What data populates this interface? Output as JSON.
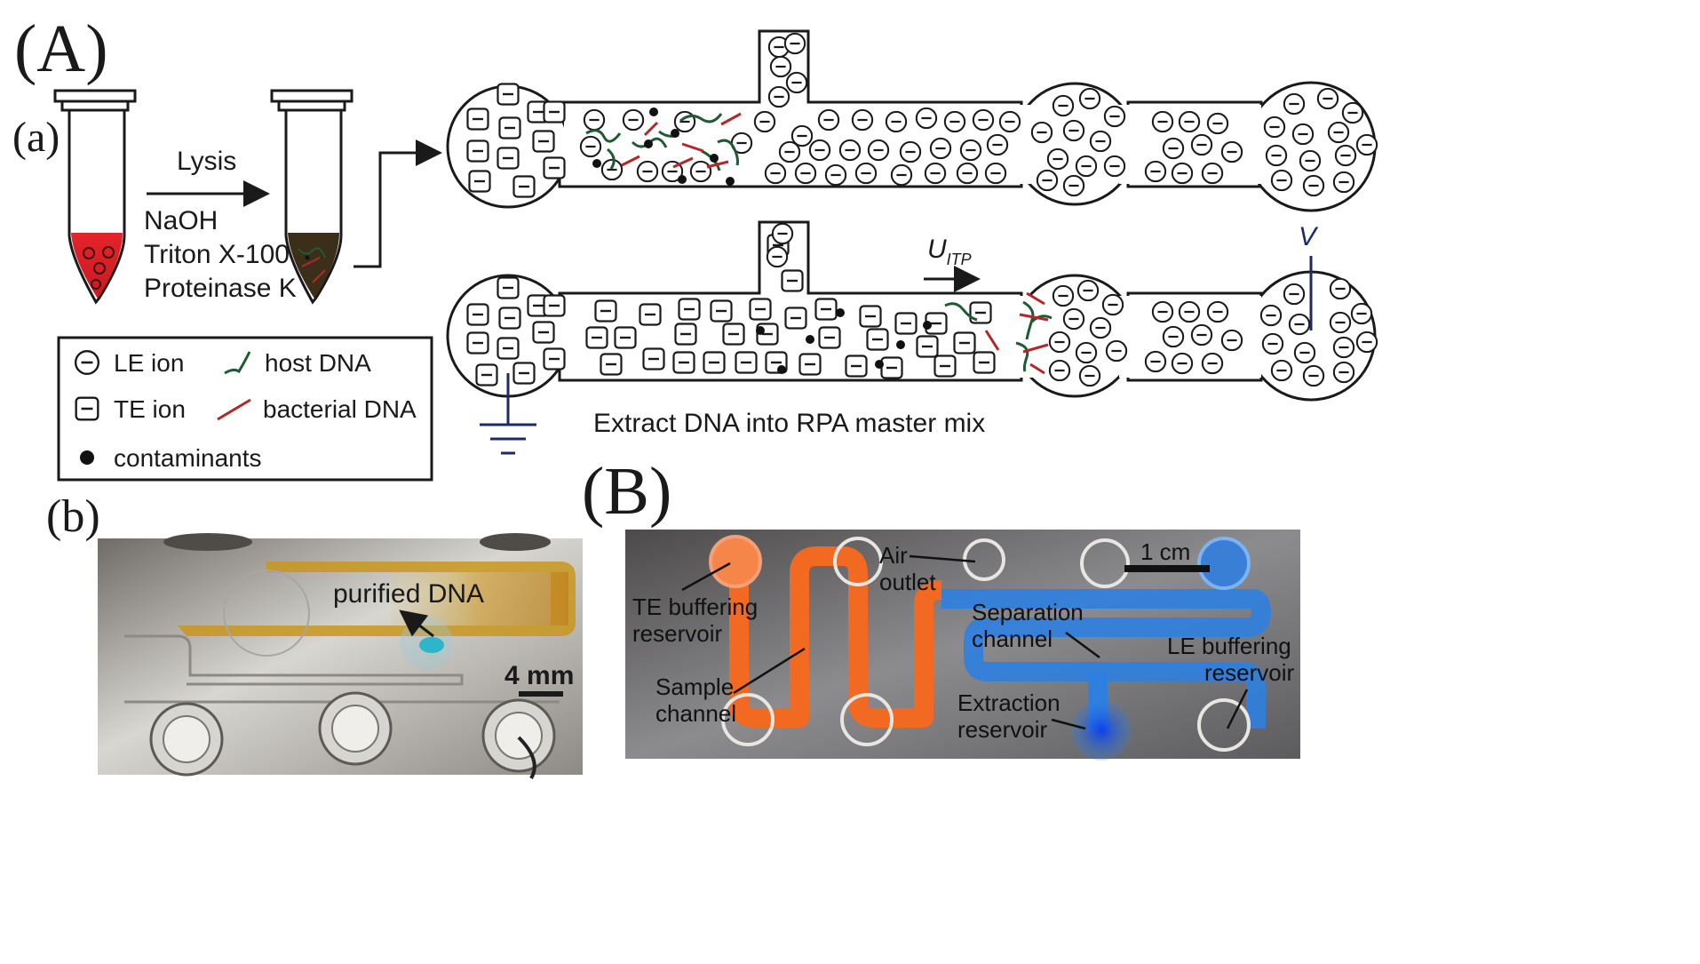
{
  "panels": {
    "A": "(A)",
    "a": "(a)",
    "b": "(b)",
    "B": "(B)"
  },
  "schematic": {
    "step_arrow_label": "Lysis",
    "reagents": [
      "NaOH",
      "Triton X-100",
      "Proteinase K"
    ],
    "velocity_symbol": "U",
    "velocity_subscript": "ITP",
    "voltage_label": "V",
    "caption": "Extract  DNA into RPA master mix"
  },
  "legend": {
    "items": [
      {
        "symbol": "le-ion",
        "label": "LE ion"
      },
      {
        "symbol": "host-dna",
        "label": "host DNA"
      },
      {
        "symbol": "te-ion",
        "label": "TE ion"
      },
      {
        "symbol": "bacterial-dna",
        "label": "bacterial DNA"
      },
      {
        "symbol": "contaminant",
        "label": "contaminants"
      }
    ]
  },
  "photo_b": {
    "annotation": "purified DNA",
    "scale": "4 mm"
  },
  "photo_B": {
    "labels": {
      "te_reservoir": [
        "TE buffering",
        "reservoir"
      ],
      "air_outlet": [
        "Air",
        "outlet"
      ],
      "scale": "1 cm",
      "separation_channel": [
        "Separation",
        "channel"
      ],
      "le_reservoir": [
        "LE buffering",
        "reservoir"
      ],
      "sample_channel": [
        "Sample",
        "channel"
      ],
      "extraction_reservoir": [
        "Extraction",
        "reservoir"
      ]
    }
  },
  "colors": {
    "line": "#1a1a1a",
    "host_dna": "#1f5a34",
    "bacterial_dna": "#b0282a",
    "lysate_red": "#e5232a",
    "lysate_dark": "#3b2f1a",
    "orange_dye": "#f26a22",
    "blue_dye": "#2f7fe0",
    "ground_blue": "#1c2a6b"
  }
}
